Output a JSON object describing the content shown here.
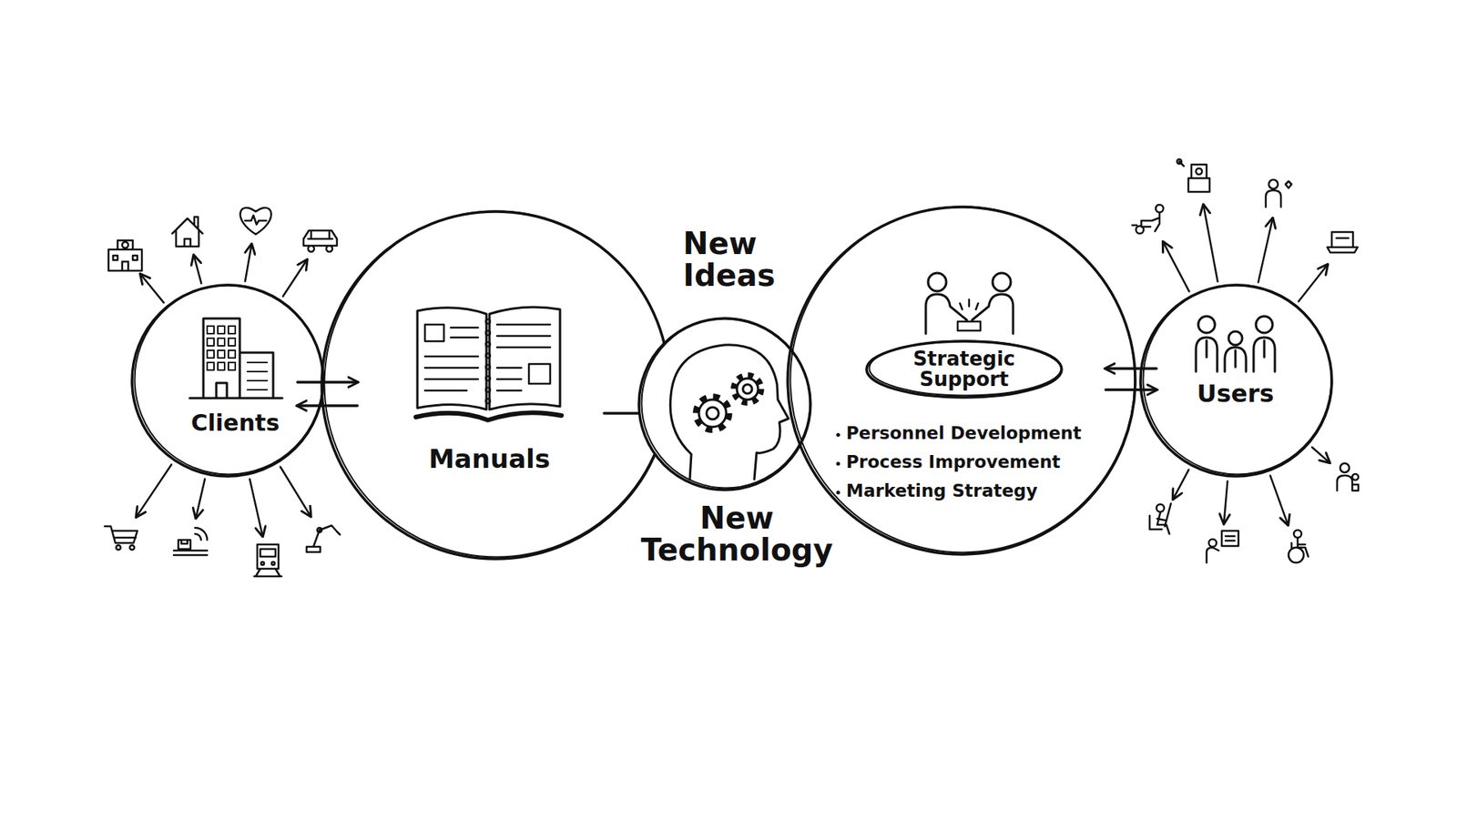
{
  "diagram": {
    "nodes": [
      {
        "text": [
          "Clients"
        ]
      },
      {
        "text": [
          "Manuals"
        ]
      },
      {
        "text": [
          "New Ideas",
          "New Technology"
        ]
      },
      {
        "text": [
          "Personnel Development",
          "Process Improvement",
          "Marketing Strategy"
        ]
      },
      {
        "text": [
          "Strategic Support"
        ],
        "in": 3
      },
      {
        "text": [
          "Users"
        ]
      }
    ],
    "edges": [
      {
        "from": 0,
        "to": 1,
        "arrow": "to"
      },
      {
        "from": 1,
        "to": 0,
        "arrow": "to"
      },
      {
        "from": 1,
        "to": 2,
        "arrow": "to"
      },
      {
        "from": 5,
        "to": 3,
        "arrow": "to"
      },
      {
        "from": 3,
        "to": 5,
        "arrow": "to"
      }
    ]
  }
}
